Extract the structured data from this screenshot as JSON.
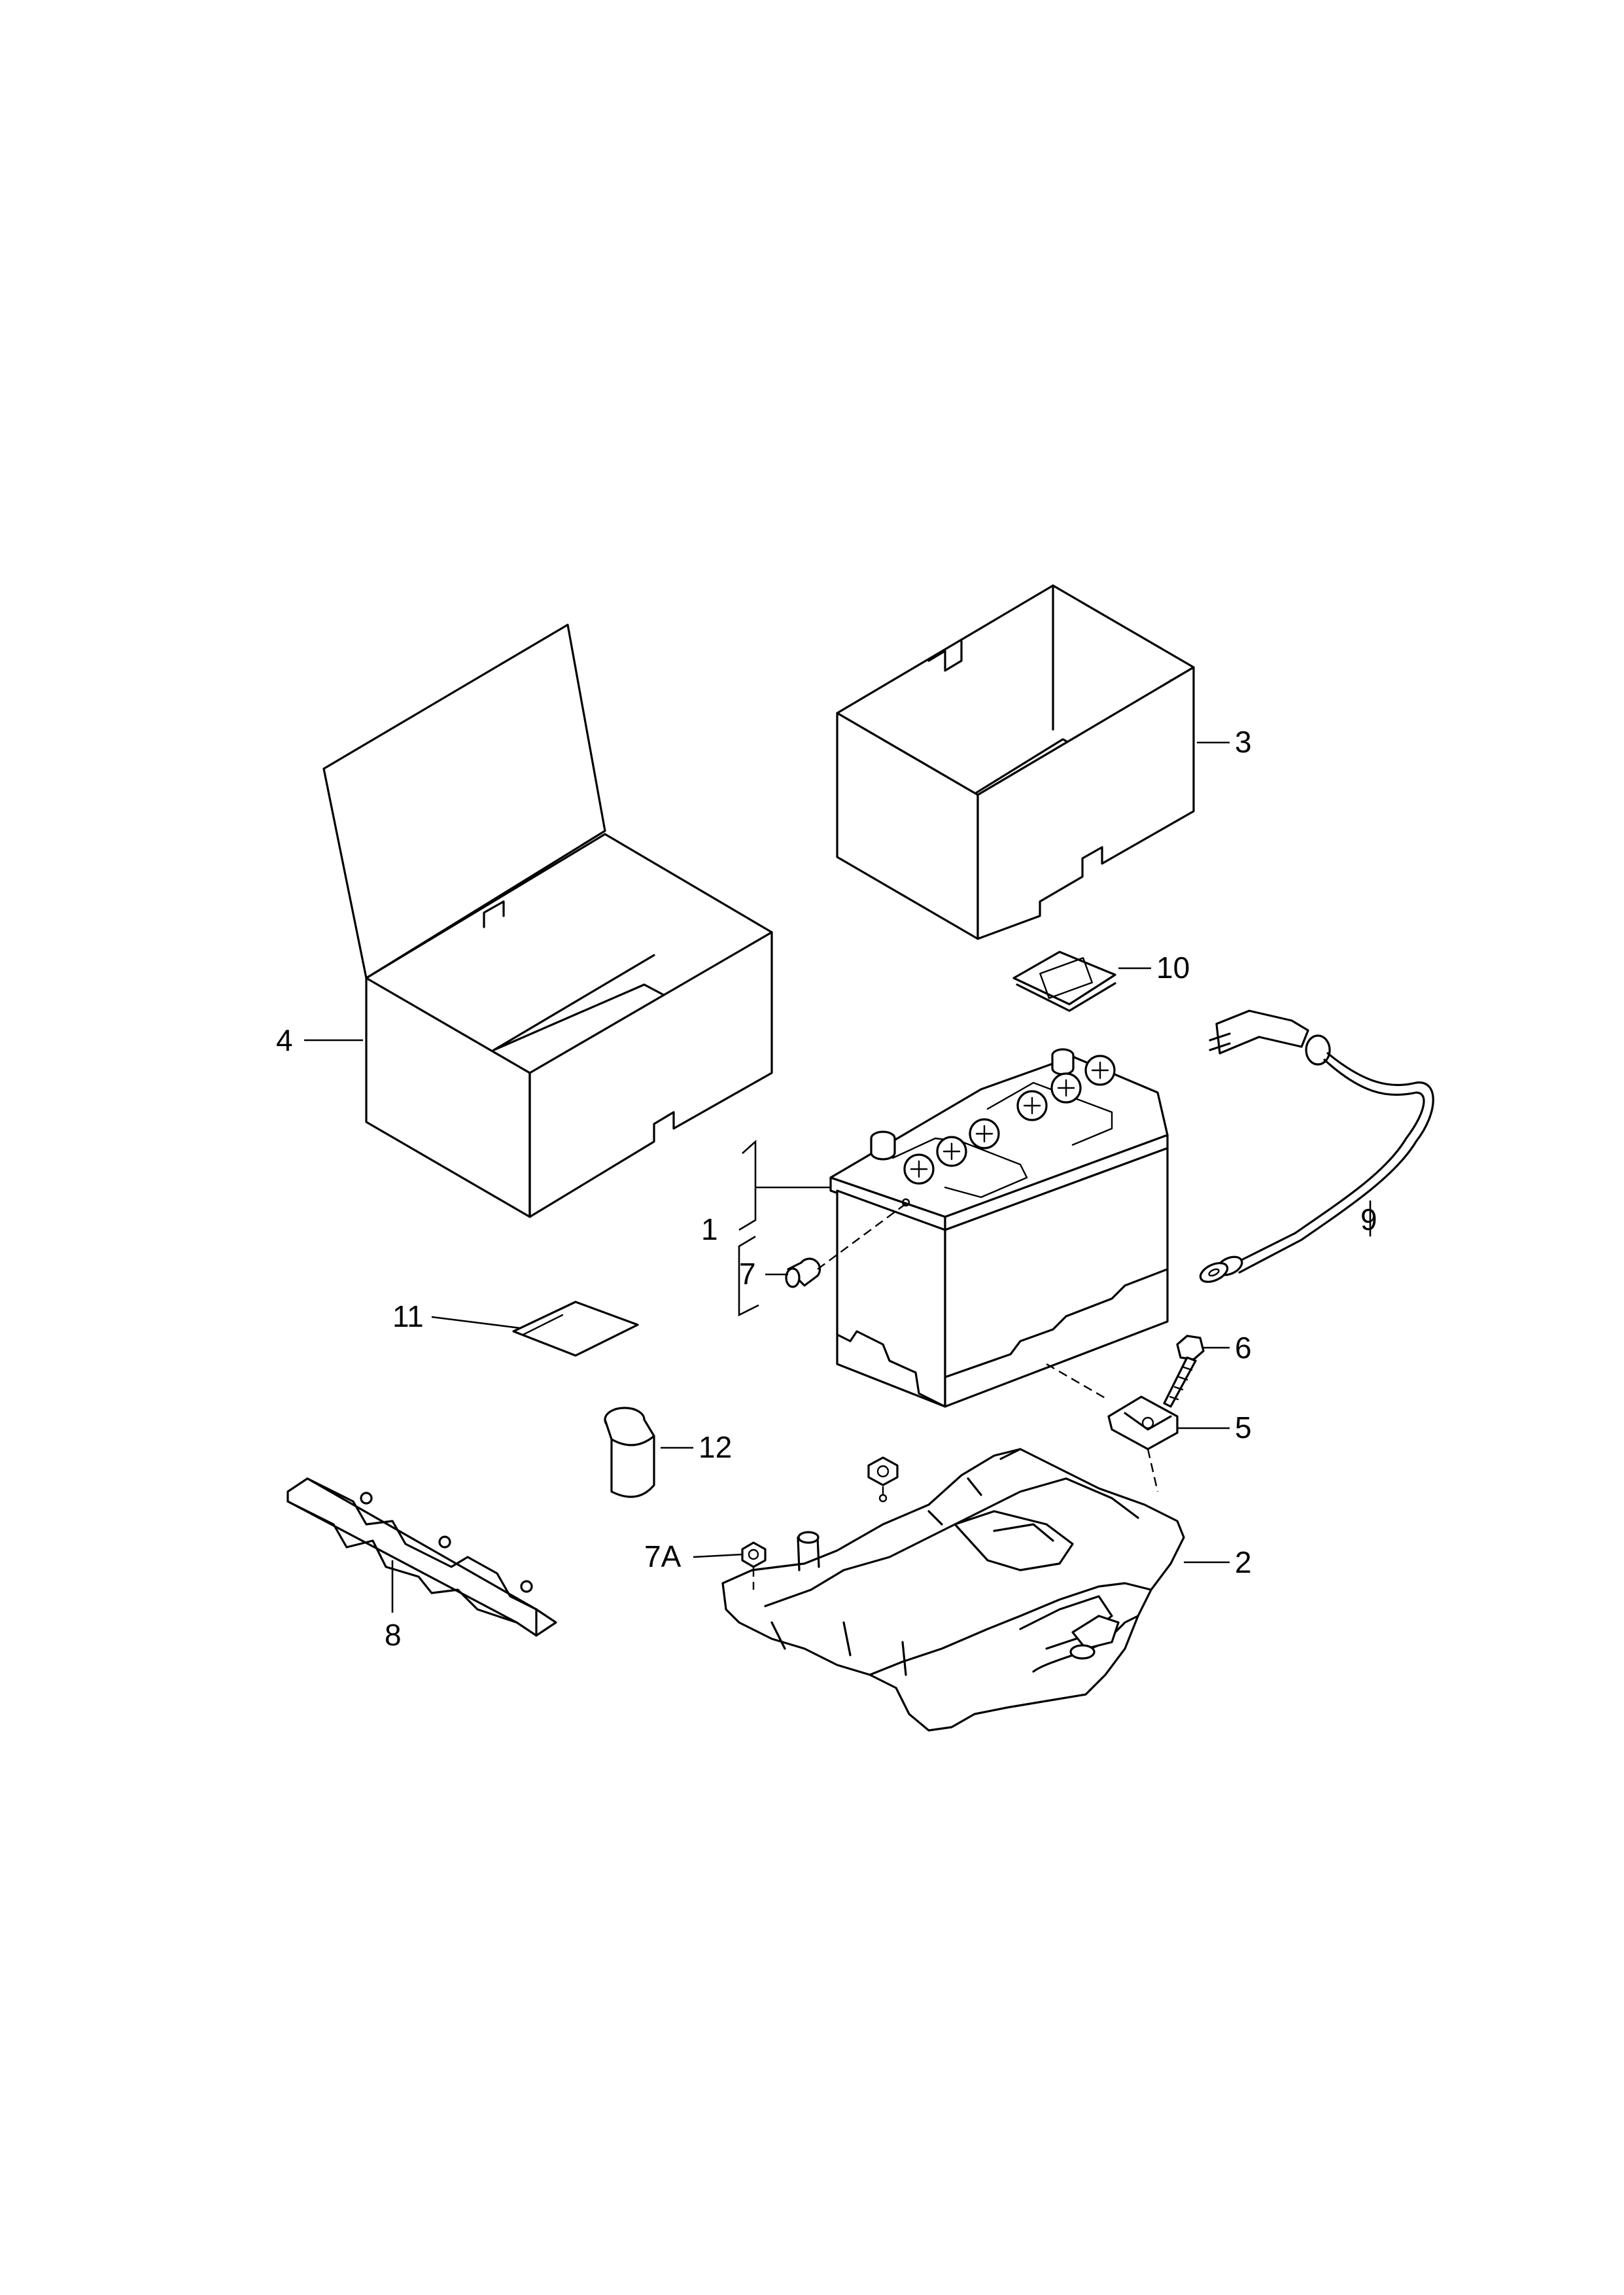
{
  "diagram": {
    "callouts": {
      "c1": "1",
      "c2": "2",
      "c3": "3",
      "c4": "4",
      "c5": "5",
      "c6": "6",
      "c7": "7",
      "c7a": "7A",
      "c8": "8",
      "c9": "9",
      "c10": "10",
      "c11": "11",
      "c12": "12"
    }
  }
}
